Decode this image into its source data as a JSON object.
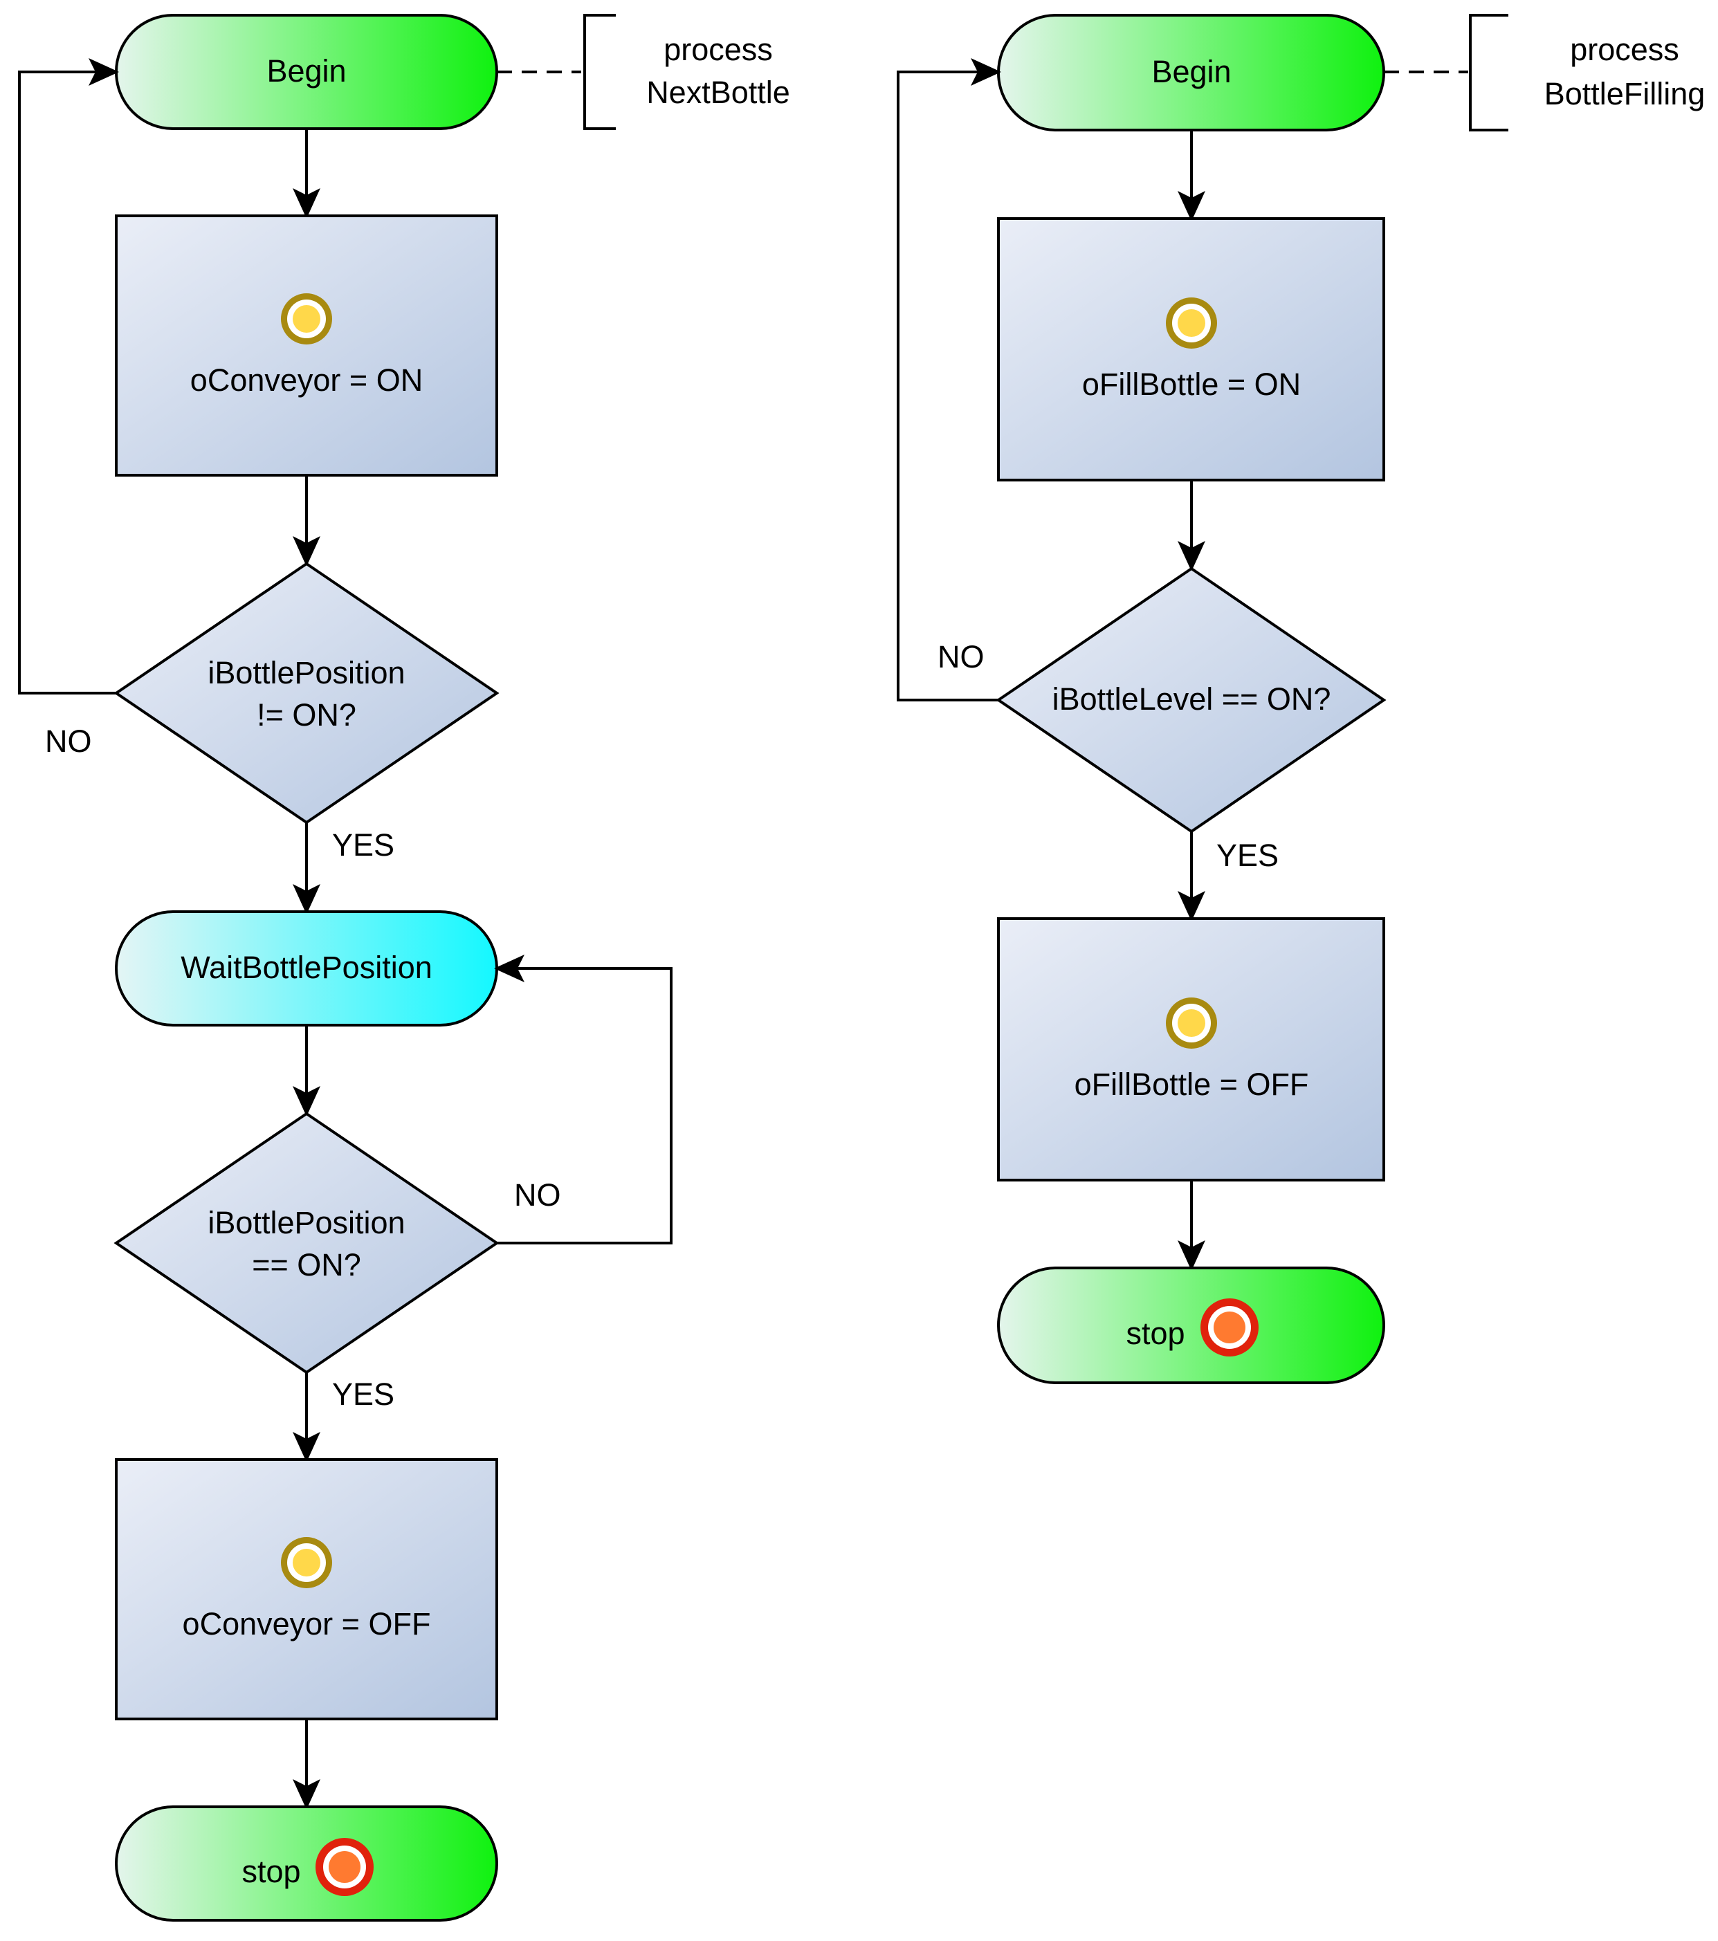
{
  "diagram": {
    "left": {
      "comment": [
        "process",
        "NextBottle"
      ],
      "begin": "Begin",
      "action1": "oConveyor = ON",
      "decision1": [
        "iBottlePosition",
        "!= ON?"
      ],
      "decision1_no": "NO",
      "decision1_yes": "YES",
      "wait": "WaitBottlePosition",
      "decision2": [
        "iBottlePosition",
        "== ON?"
      ],
      "decision2_no": "NO",
      "decision2_yes": "YES",
      "action2": "oConveyor = OFF",
      "stop": "stop"
    },
    "right": {
      "comment": [
        "process",
        "BottleFilling"
      ],
      "begin": "Begin",
      "action1": "oFillBottle = ON",
      "decision1": "iBottleLevel == ON?",
      "decision1_no": "NO",
      "decision1_yes": "YES",
      "action2": "oFillBottle = OFF",
      "stop": "stop"
    }
  },
  "colors": {
    "terminal_green": "#0ff20f",
    "terminal_cyan": "#14f8ff",
    "box_light": "#eaeef7",
    "box_dark": "#b3c5e0",
    "action_icon_ring": "#a88a10",
    "action_icon_fill": "#ffd84a",
    "stop_icon_ring": "#e0220c",
    "stop_icon_fill": "#ff7a30"
  }
}
